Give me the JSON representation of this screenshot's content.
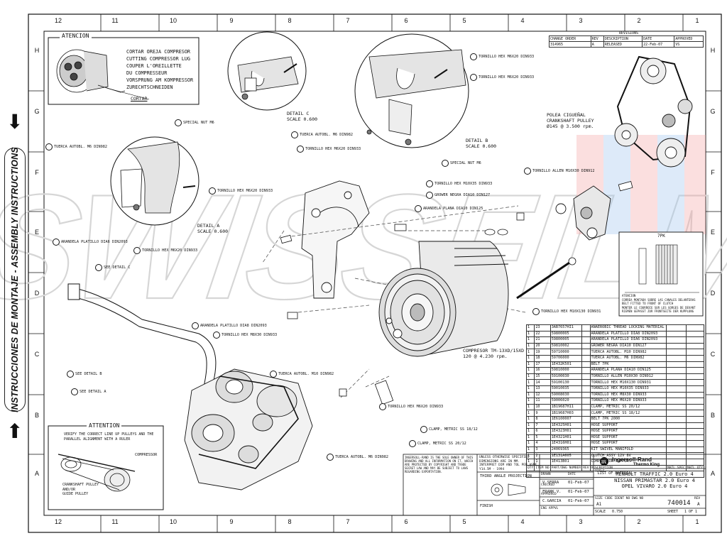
{
  "columns": [
    "12",
    "11",
    "10",
    "9",
    "8",
    "7",
    "6",
    "5",
    "4",
    "3",
    "2",
    "1"
  ],
  "rows": [
    "H",
    "G",
    "F",
    "E",
    "D",
    "C",
    "B",
    "A"
  ],
  "side_text": "INSTRUCCIONES DE MONTAJE - ASSEMBLY INSTRUCTIONS",
  "watermark": "SWISSFILM",
  "atencion": {
    "title": "ATENCION",
    "lines": [
      "CORTAR OREJA COMPRESOR",
      "CUTTING COMPRESSOR LUG",
      "COUPER L'OREILLETTE",
      "DU COMPRESSEUR",
      "VORSPRUNG AM KOMPRESSOR",
      "ZURECHTSCHNEIDEN"
    ],
    "cortar": "CORTAR"
  },
  "attention": {
    "title": "ATTENTION",
    "lines": [
      "VERIFY THE CORRECT LINE UP PULLEYS AND THE",
      "PARALLEL ALIGNMENT WITH A RULER"
    ],
    "compressor": "COMPRESSOR",
    "crank": [
      "CRANKSHAFT PULLEY",
      "AND/OR",
      "GUIDE PULLEY"
    ]
  },
  "revisions": {
    "title": "REVISIONS",
    "headers": [
      "CHANGE ORDER",
      "REV",
      "DESCRIPTION",
      "DATE",
      "APPROVED"
    ],
    "row": [
      "314965",
      "A",
      "RELEASED",
      "22-Feb-07",
      "VS"
    ]
  },
  "details": {
    "c": [
      "DETAIL C",
      "SCALE 0.600"
    ],
    "b": [
      "DETAIL B",
      "SCALE 0.600"
    ],
    "a": [
      "DETAIL A",
      "SCALE 0.600"
    ]
  },
  "pulley": [
    "POLEA CIGUEÑAL",
    "CRANKSHAFT PULLEY",
    "Ø145 @ 3.500 rpm."
  ],
  "compressor_label": [
    "COMPRESOR TM-13XD/15XD",
    "120 @ 4.230 rpm."
  ],
  "belt_inset": {
    "title": "7PK",
    "note": [
      "ATENCION",
      "CORREA MONTADA SOBRE LAS CANALES DELANTERAS",
      "BELT FITTED TO FRONT OF CLUTCH",
      "MONTER LE COURROIE SUR LES GORGES DE DEVANT",
      "RIEMEN GEPASST ZUR FRONTSEITE DER KUPPLUNG"
    ]
  },
  "callouts": [
    {
      "id": "l1",
      "text": "TORNILLO HEX M6X20 DIN933"
    },
    {
      "id": "l2",
      "text": "TORNILLO HEX M6X20 DIN933"
    },
    {
      "id": "l3",
      "text": "SPECIAL NUT M6"
    },
    {
      "id": "l4",
      "text": "TUERCA AUTOBL. M6 DIN982"
    },
    {
      "id": "l5",
      "text": "TORNILLO HEX M6X20 DIN933"
    },
    {
      "id": "l6",
      "text": "SPECIAL NUT M6"
    },
    {
      "id": "l7",
      "text": "TUERCA AUTOBL. M6 DIN982"
    },
    {
      "id": "l8",
      "text": "TORNILLO HEX M6X20 DIN933"
    },
    {
      "id": "l9",
      "text": "ARANDELA PLATILLO DIA6 DIN2093"
    },
    {
      "id": "l10",
      "text": "TORNILLO HEX M6X20 DIN933"
    },
    {
      "id": "l11",
      "text": "TORNILLO ALLEN M10X30 DIN912"
    },
    {
      "id": "l12",
      "text": "TORNILLO HEX M10X35 DIN933"
    },
    {
      "id": "l13",
      "text": "GROWER NEGRA DIA10 DIN127"
    },
    {
      "id": "l14",
      "text": "ARANDELA PLANA DIA10 DIN125"
    },
    {
      "id": "l15",
      "text": "SEE DETAIL C"
    },
    {
      "id": "l16",
      "text": "ARANDELA PLATILLO DIA8 DIN2093"
    },
    {
      "id": "l17",
      "text": "TORNILLO HEX M8X30 DIN933"
    },
    {
      "id": "l18",
      "text": "TORNILLO HEX M10X130 DIN931"
    },
    {
      "id": "l19",
      "text": "SEE DETAIL B"
    },
    {
      "id": "l20",
      "text": "TUERCA AUTOBL. M10 DIN982"
    },
    {
      "id": "l21",
      "text": "SEE DETAIL A"
    },
    {
      "id": "l22",
      "text": "TORNILLO HEX M6X20 DIN933"
    },
    {
      "id": "l23",
      "text": "CLAMP, METRIC SS 18/12"
    },
    {
      "id": "l24",
      "text": "CLAMP, METRIC SS 20/12"
    },
    {
      "id": "l25",
      "text": "TUERCA AUTOBL. M6 DIN982"
    }
  ],
  "bom": [
    [
      "23",
      "3AB7657HI1",
      "ANAEROBIC THREAD LOCKING MATERIAL"
    ],
    [
      "22",
      "59800005",
      "ARANDELA PLATILLO DIA8 DIN2093"
    ],
    [
      "21",
      "59800005",
      "ARANDELA PLATILLO DIA6 DIN2093"
    ],
    [
      "20",
      "59810002",
      "GROWER NEGRA DIA10 DIN127"
    ],
    [
      "19",
      "59710000",
      "TUERCA AUTOBL. M10 DIN982"
    ],
    [
      "18",
      "59706000",
      "TUERCA AUTOBL. M6 DIN982"
    ],
    [
      "17",
      "1E432K501",
      "BELT 7PK"
    ],
    [
      "16",
      "59810000",
      "ARANDELA PLANA DIA10 DIN125"
    ],
    [
      "15",
      "59100030",
      "TORNILLO ALLEN M10X30 DIN912"
    ],
    [
      "14",
      "59100130",
      "TORNILLO HEX M10X130 DIN931"
    ],
    [
      "13",
      "59010035",
      "TORNILLO HEX M10X35 DIN933"
    ],
    [
      "12",
      "59008030",
      "TORNILLO HEX M8X30 DIN933"
    ],
    [
      "11",
      "59006020",
      "TORNILLO HEX M6X20 DIN933"
    ],
    [
      "10",
      "1B19687H11",
      "CLAMP, METRIC SS 20/12"
    ],
    [
      "9",
      "1B19687H03",
      "CLAMP, METRIC SS 18/12"
    ],
    [
      "8",
      "1E6100007",
      "BELT 7PK 2000"
    ],
    [
      "7",
      "1E4325H01",
      "HOSE SUPPORT"
    ],
    [
      "6",
      "1E4323H01",
      "HOSE SUPPORT"
    ],
    [
      "5",
      "1E4321H01",
      "HOSE SUPPORT"
    ],
    [
      "4",
      "1E4316H01",
      "HOSE SUPPORT"
    ],
    [
      "3",
      "24069365",
      "KIT SWIVEL MANIFOLD"
    ],
    [
      "2",
      "1E131A605",
      "CLUTCH ASSY 12V 8V"
    ],
    [
      "1",
      "1E413B01",
      "COMPRESSOR SUPPORT"
    ]
  ],
  "bom_headers": [
    "QTY",
    "ITEM NO",
    "PART/DWG NUMBER",
    "REV",
    "DESCRIPTION",
    "MATL SPEC",
    "MATL QTY"
  ],
  "bom_title": "LIST OF MATERIAL",
  "title_block": {
    "company": "Ingersoll-Rand",
    "sub": "Thermo King",
    "title_lbl": "TITLE",
    "title": [
      "RENAULT TRAFFIC 2.0 Euro 4",
      "NISSAN PRIMASTAR 2.0 Euro 4",
      "OPEL VIVARO 2.0 Euro 4"
    ],
    "drawn_lbl": "DRAWN",
    "drawn": "V.SERRA",
    "drawn_date": "01-Feb-07",
    "checked_lbl": "CHECKED",
    "checked": "FRANK V.",
    "checked_date": "01-Feb-07",
    "approved_lbl": "APPROVED",
    "approved": "C.GARCIA",
    "approved_date": "01-Feb-07",
    "eng_lbl": "ENG APPVL",
    "date_lbl": "DATE",
    "size_lbl": "SIZE",
    "size": "A1",
    "code_lbl": "CODE IDENT NO",
    "dwg_lbl": "DWG NO",
    "dwg": "740014",
    "rev_lbl": "REV",
    "rev": "A",
    "scale_lbl": "SCALE",
    "scale": "0.750",
    "sheet_lbl": "SHEET",
    "sheet": "1 OF 1",
    "projection": "THIRD ANGLE PROJECTION",
    "finish": "FINISH"
  },
  "notice": "INGERSOLL-RAND IS THE SOLE OWNER OF THIS DRAWING AND ALL INFORMATION ON IT, WHICH ARE PROTECTED BY COPYRIGHT AND TRADE SECRET LAW AND MAY BE SUBJECT TO LAWS REGARDING EXPORTATION.",
  "tolerance": "UNLESS OTHERWISE SPECIFIED DIMENSIONS ARE IN MM. INTERPRET DIM AND TOL PER ASME Y14.5M - 1994"
}
